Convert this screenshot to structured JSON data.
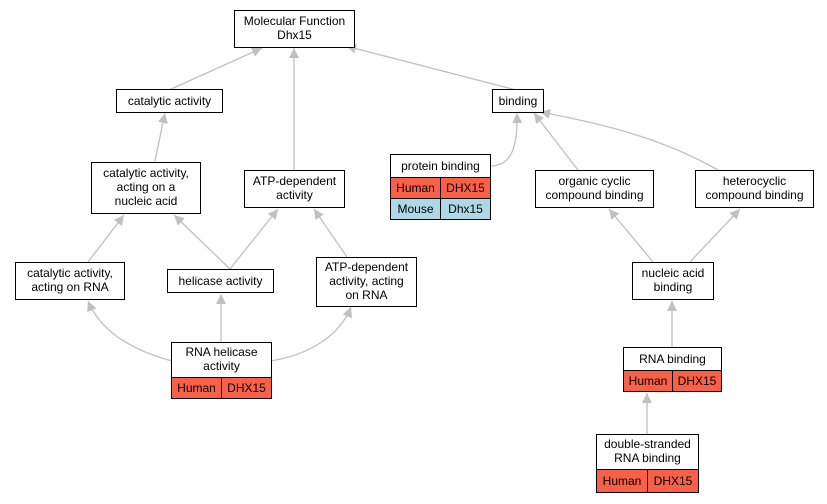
{
  "colors": {
    "human": "#fa6046",
    "mouse": "#add8e6",
    "edge": "#c0c0c0"
  },
  "nodes": {
    "mf": {
      "lines": [
        "Molecular Function",
        "Dhx15"
      ]
    },
    "catalytic": {
      "lines": [
        "catalytic activity"
      ]
    },
    "binding": {
      "lines": [
        "binding"
      ]
    },
    "cat_nuc": {
      "lines": [
        "catalytic activity,",
        "acting on a",
        "nucleic acid"
      ]
    },
    "atp": {
      "lines": [
        "ATP-dependent",
        "activity"
      ]
    },
    "protein": {
      "lines": [
        "protein binding"
      ],
      "tags": [
        {
          "species": "Human",
          "gene": "DHX15"
        },
        {
          "species": "Mouse",
          "gene": "Dhx15"
        }
      ]
    },
    "organic": {
      "lines": [
        "organic cyclic",
        "compound binding"
      ]
    },
    "hetero": {
      "lines": [
        "heterocyclic",
        "compound binding"
      ]
    },
    "cat_rna": {
      "lines": [
        "catalytic activity,",
        "acting on RNA"
      ]
    },
    "helicase": {
      "lines": [
        "helicase activity"
      ]
    },
    "atp_rna": {
      "lines": [
        "ATP-dependent",
        "activity, acting",
        "on RNA"
      ]
    },
    "nucleic": {
      "lines": [
        "nucleic acid",
        "binding"
      ]
    },
    "rna_hel": {
      "lines": [
        "RNA helicase",
        "activity"
      ],
      "tags": [
        {
          "species": "Human",
          "gene": "DHX15"
        }
      ]
    },
    "rna_bind": {
      "lines": [
        "RNA binding"
      ],
      "tags": [
        {
          "species": "Human",
          "gene": "DHX15"
        }
      ]
    },
    "ds_rna": {
      "lines": [
        "double-stranded",
        "RNA binding"
      ],
      "tags": [
        {
          "species": "Human",
          "gene": "DHX15"
        }
      ]
    }
  }
}
